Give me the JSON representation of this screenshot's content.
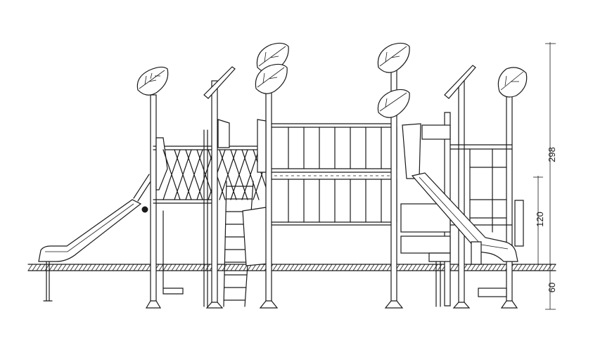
{
  "drawing": {
    "dimensions": {
      "total_height": "298",
      "platform_height": "120",
      "foundation_depth": "60"
    }
  }
}
